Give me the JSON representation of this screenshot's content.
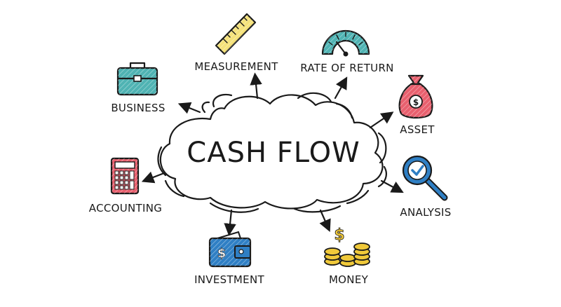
{
  "title": "CASH FLOW",
  "nodes": [
    {
      "label": "MEASUREMENT",
      "icon": "ruler-icon",
      "color": "#f5e27a"
    },
    {
      "label": "RATE OF RETURN",
      "icon": "gauge-icon",
      "color": "#4fb3b3"
    },
    {
      "label": "BUSINESS",
      "icon": "briefcase-icon",
      "color": "#4fb3b3"
    },
    {
      "label": "ASSET",
      "icon": "money-bag-icon",
      "color": "#e8606e"
    },
    {
      "label": "ACCOUNTING",
      "icon": "calculator-icon",
      "color": "#e8606e"
    },
    {
      "label": "ANALYSIS",
      "icon": "magnifier-check-icon",
      "color": "#2f7fc4"
    },
    {
      "label": "INVESTMENT",
      "icon": "wallet-icon",
      "color": "#2f7fc4"
    },
    {
      "label": "MONEY",
      "icon": "coins-icon",
      "color": "#f0c93a"
    }
  ],
  "colors": {
    "ink": "#1a1a1a",
    "teal": "#4fb3b3",
    "red": "#e8606e",
    "blue": "#2f7fc4",
    "yellow": "#f0c93a"
  }
}
